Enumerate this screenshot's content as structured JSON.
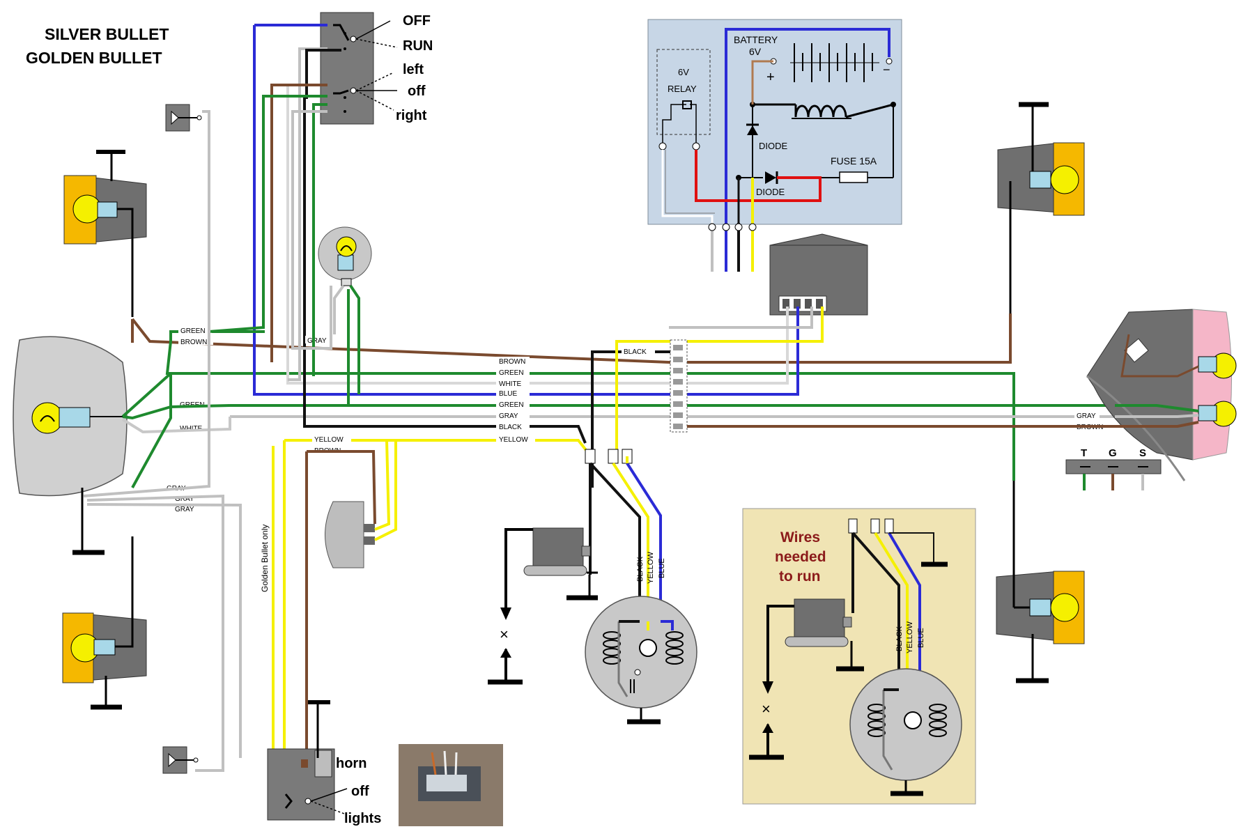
{
  "title": {
    "line1": "SILVER BULLET",
    "line2": "GOLDEN BULLET"
  },
  "ignition_switch": {
    "off": "OFF",
    "run": "RUN"
  },
  "indicator_switch": {
    "left": "left",
    "off": "off",
    "right": "right"
  },
  "battery_panel": {
    "battery": "BATTERY",
    "voltage": "6V",
    "plus": "+",
    "minus": "−",
    "relay_v": "6V",
    "relay": "RELAY",
    "diode1": "DIODE",
    "diode2": "DIODE",
    "fuse": "FUSE 15A"
  },
  "harness_labels": {
    "green_a": "GREEN",
    "brown_a": "BROWN",
    "gray_a": "GRAY",
    "green_b": "GREEN",
    "white_a": "WHITE",
    "brown_main": "BROWN",
    "green_main": "GREEN",
    "white_main": "WHITE",
    "blue_main": "BLUE",
    "green_main2": "GREEN",
    "gray_main": "GRAY",
    "black_main": "BLACK",
    "yellow_main": "YELLOW",
    "black_upper": "BLACK",
    "yellow_b": "YELLOW",
    "brown_b": "BROWN",
    "gray_1": "GRAY",
    "gray_2": "GRAY",
    "gray_3": "GRAY",
    "tail_gray": "GRAY",
    "tail_brown": "BROWN"
  },
  "connector_tgs": {
    "t": "T",
    "g": "G",
    "s": "S"
  },
  "note_golden": "Golden Bullet only",
  "light_switch": {
    "horn": "horn",
    "off": "off",
    "lights": "lights"
  },
  "coil_wires": {
    "black": "BLACK",
    "yellow": "YELLOW",
    "blue": "BLUE"
  },
  "inset": {
    "line1": "Wires",
    "line2": "needed",
    "line3": "to run",
    "black": "BLACK",
    "yellow": "YELLOW",
    "blue": "BLUE"
  },
  "ground_mark": "×",
  "colors": {
    "brown": "#7a4a2e",
    "green": "#1e8a2e",
    "blue": "#2b2bd6",
    "gray": "#c0c0c0",
    "black": "#111111",
    "yellow": "#f5f000",
    "red": "#e01010",
    "battery_panel_bg": "#c7d6e6",
    "inset_bg": "#f0e4b4",
    "lamp_orange": "#f5b800",
    "tail_pink": "#f5b6c8"
  }
}
